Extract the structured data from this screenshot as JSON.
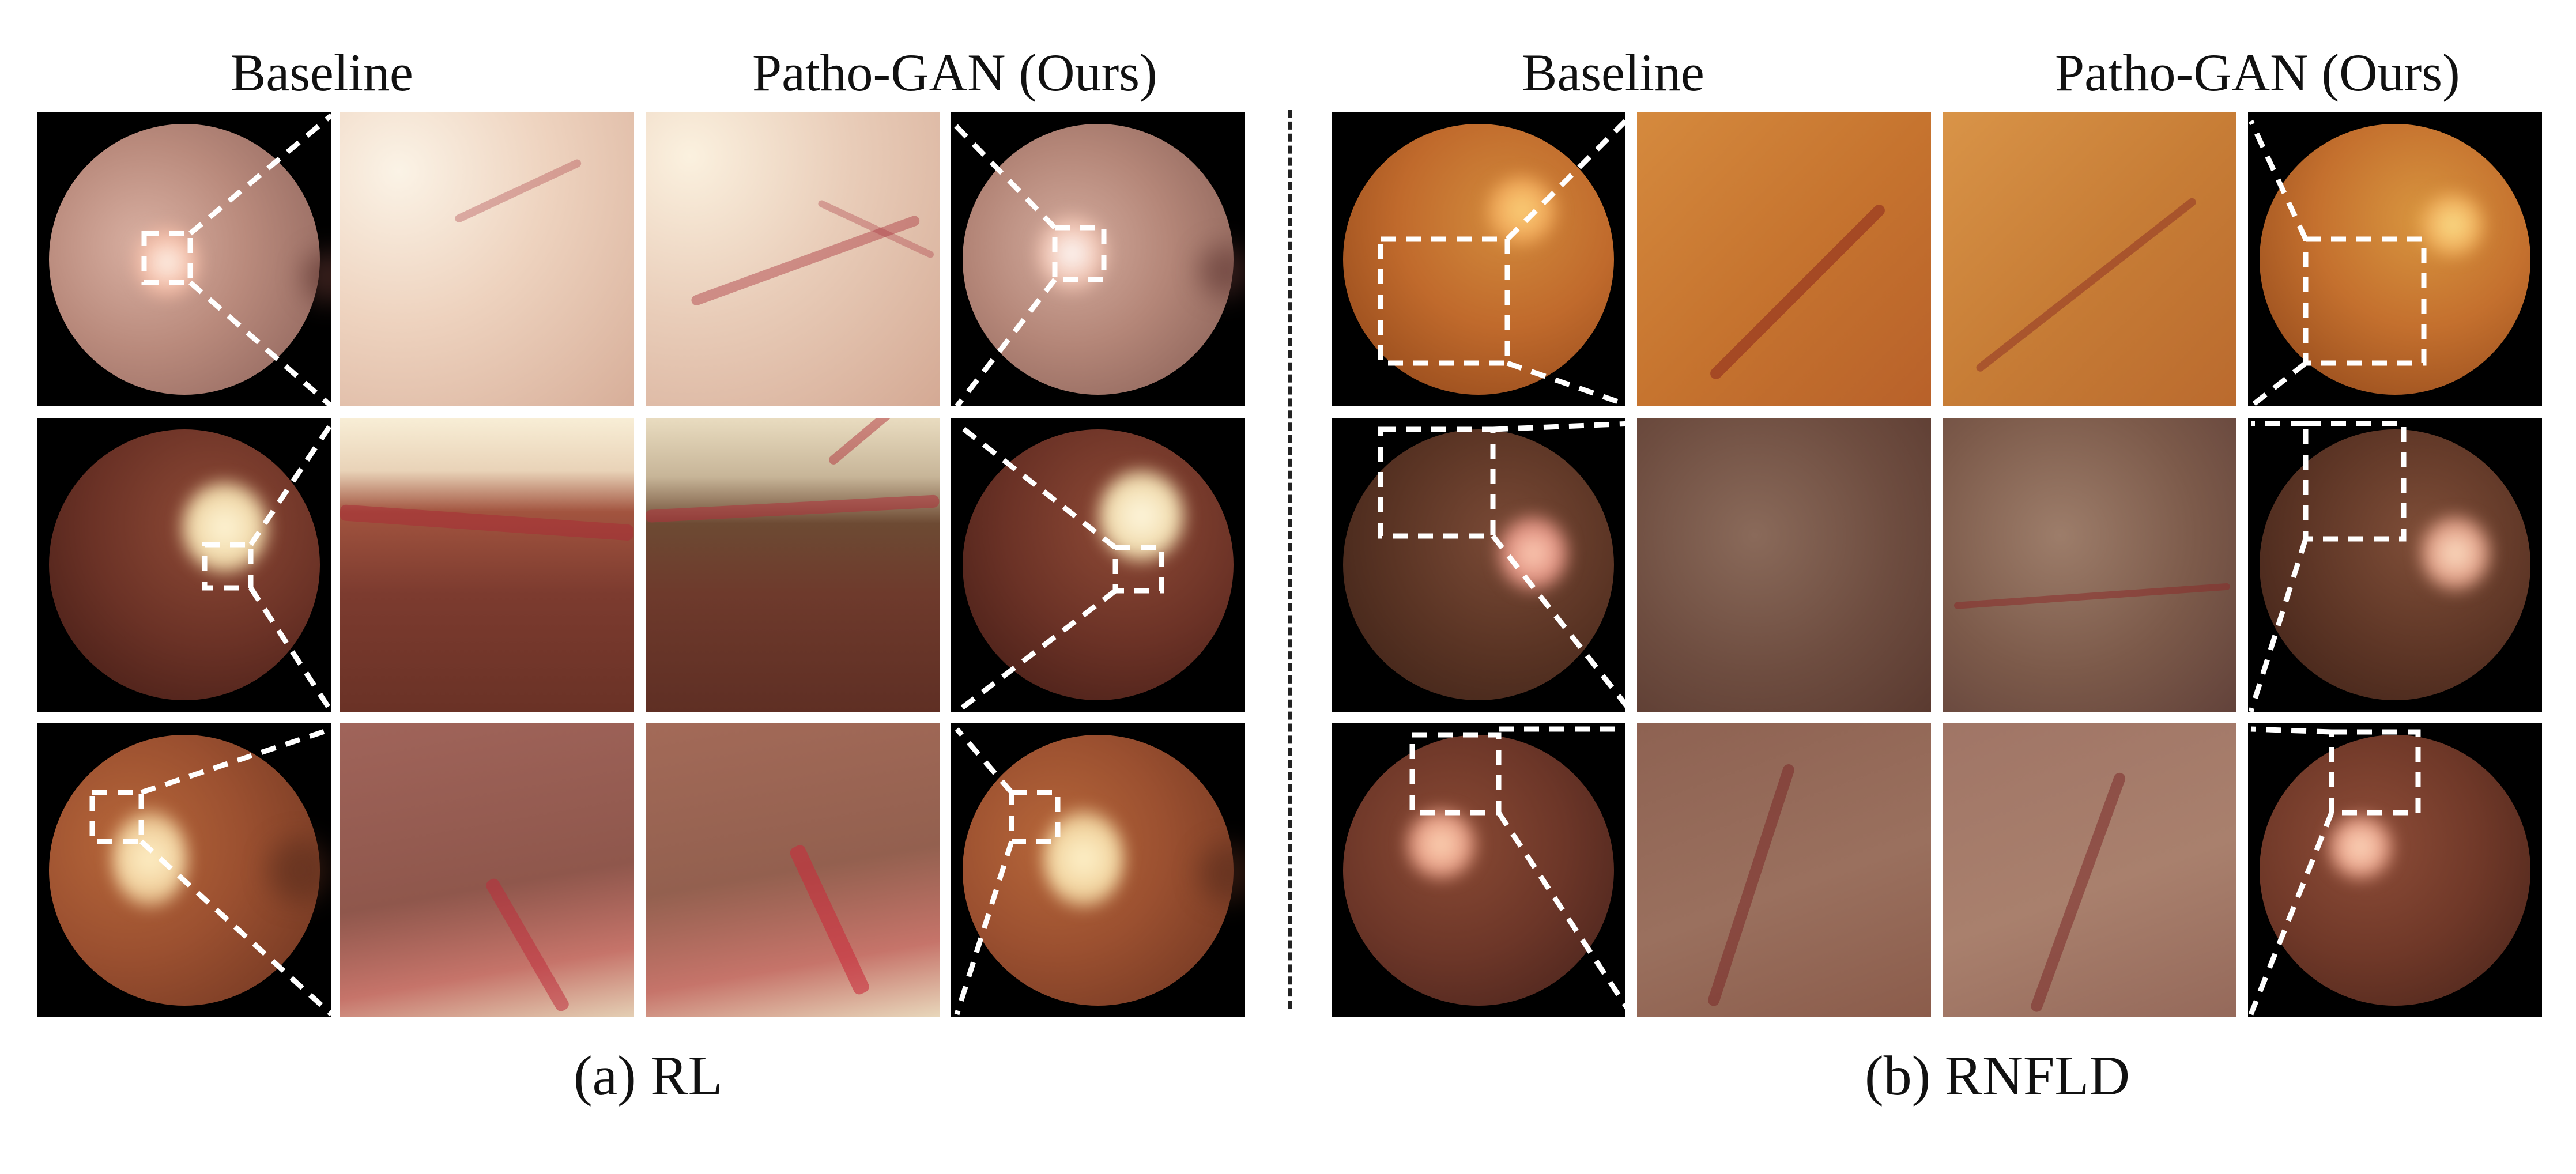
{
  "labels": {
    "left_baseline": "Baseline",
    "left_ours": "Patho-GAN (Ours)",
    "right_baseline": "Baseline",
    "right_ours": "Patho-GAN (Ours)"
  },
  "captions": {
    "left": "(a) RL",
    "right": "(b) RNFLD"
  },
  "colors": {
    "fundus_orange": "#b8602e",
    "fundus_dark": "#5a2a1c",
    "fundus_pale": "#c99a88",
    "optic_disc": "#f6e6c0",
    "zoom_pale": "#e8cdb8",
    "zoom_warm": "#c97a4a",
    "zoom_brown": "#7a4032",
    "zoom_olive": "#9b7358",
    "dashed_line": "#ffffff"
  }
}
